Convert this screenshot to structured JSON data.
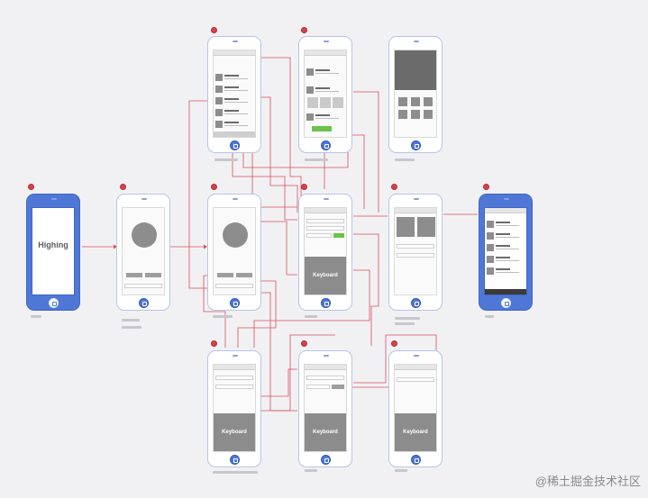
{
  "diagram": {
    "splash_title": "Highing",
    "keyboard_label": "Keyboard",
    "watermark": "@稀土掘金技术社区",
    "colors": {
      "background": "#f1f1f4",
      "phone_blue": "#4f78d6",
      "connector": "#d9505a",
      "pin": "#d9404a",
      "accent_green": "#6cc24a"
    },
    "screens": [
      {
        "id": "splash",
        "kind": "splash"
      },
      {
        "id": "avatar-1",
        "kind": "avatar"
      },
      {
        "id": "avatar-2",
        "kind": "avatar"
      },
      {
        "id": "list-top",
        "kind": "list"
      },
      {
        "id": "detail-top",
        "kind": "detail"
      },
      {
        "id": "gallery-top",
        "kind": "gallery"
      },
      {
        "id": "form-keyboard",
        "kind": "form-keyboard"
      },
      {
        "id": "photo-grid",
        "kind": "grid"
      },
      {
        "id": "list-final",
        "kind": "list"
      },
      {
        "id": "search-bottom-1",
        "kind": "keyboard"
      },
      {
        "id": "search-bottom-2",
        "kind": "keyboard"
      },
      {
        "id": "search-bottom-3",
        "kind": "keyboard"
      }
    ]
  }
}
